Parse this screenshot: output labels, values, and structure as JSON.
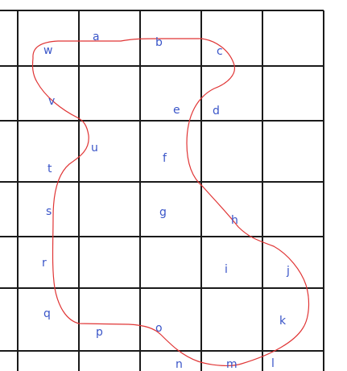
{
  "colors": {
    "grid": "#1a1a1a",
    "outline": "#e03535",
    "labels": "#3a55c8",
    "background": "#ffffff"
  },
  "points": [
    {
      "id": "a",
      "label": "a"
    },
    {
      "id": "b",
      "label": "b"
    },
    {
      "id": "c",
      "label": "c"
    },
    {
      "id": "d",
      "label": "d"
    },
    {
      "id": "e",
      "label": "e"
    },
    {
      "id": "f",
      "label": "f"
    },
    {
      "id": "g",
      "label": "g"
    },
    {
      "id": "h",
      "label": "h"
    },
    {
      "id": "i",
      "label": "i"
    },
    {
      "id": "j",
      "label": "j"
    },
    {
      "id": "k",
      "label": "k"
    },
    {
      "id": "l",
      "label": "l"
    },
    {
      "id": "m",
      "label": "m"
    },
    {
      "id": "n",
      "label": "n"
    },
    {
      "id": "o",
      "label": "o"
    },
    {
      "id": "p",
      "label": "p"
    },
    {
      "id": "q",
      "label": "q"
    },
    {
      "id": "r",
      "label": "r"
    },
    {
      "id": "s",
      "label": "s"
    },
    {
      "id": "t",
      "label": "t"
    },
    {
      "id": "u",
      "label": "u"
    },
    {
      "id": "v",
      "label": "v"
    },
    {
      "id": "w",
      "label": "w"
    }
  ]
}
